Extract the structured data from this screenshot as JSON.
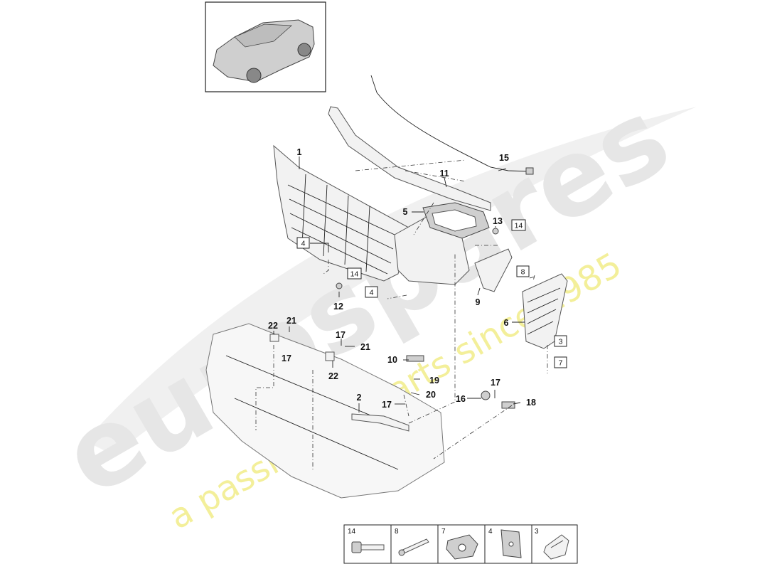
{
  "watermark": {
    "brand": "eurospares",
    "tagline": "a passion for parts since 1985"
  },
  "callouts": {
    "n1": "1",
    "n2": "2",
    "n5": "5",
    "n6": "6",
    "n9": "9",
    "n10": "10",
    "n11": "11",
    "n12": "12",
    "n13": "13",
    "n15": "15",
    "n16": "16",
    "n17a": "17",
    "n17b": "17",
    "n17c": "17",
    "n17d": "17",
    "n18": "18",
    "n19": "19",
    "n20": "20",
    "n21a": "21",
    "n21b": "21",
    "n22a": "22",
    "n22b": "22"
  },
  "boxed": {
    "b3": "3",
    "b4a": "4",
    "b4b": "4",
    "b7": "7",
    "b8": "8",
    "b14a": "14",
    "b14b": "14"
  },
  "legend": {
    "items": [
      {
        "num": "14",
        "icon": "bolt-icon"
      },
      {
        "num": "8",
        "icon": "rivet-icon"
      },
      {
        "num": "7",
        "icon": "expanding-nut-icon"
      },
      {
        "num": "4",
        "icon": "clip-nut-icon"
      },
      {
        "num": "3",
        "icon": "spring-clip-icon"
      }
    ]
  }
}
